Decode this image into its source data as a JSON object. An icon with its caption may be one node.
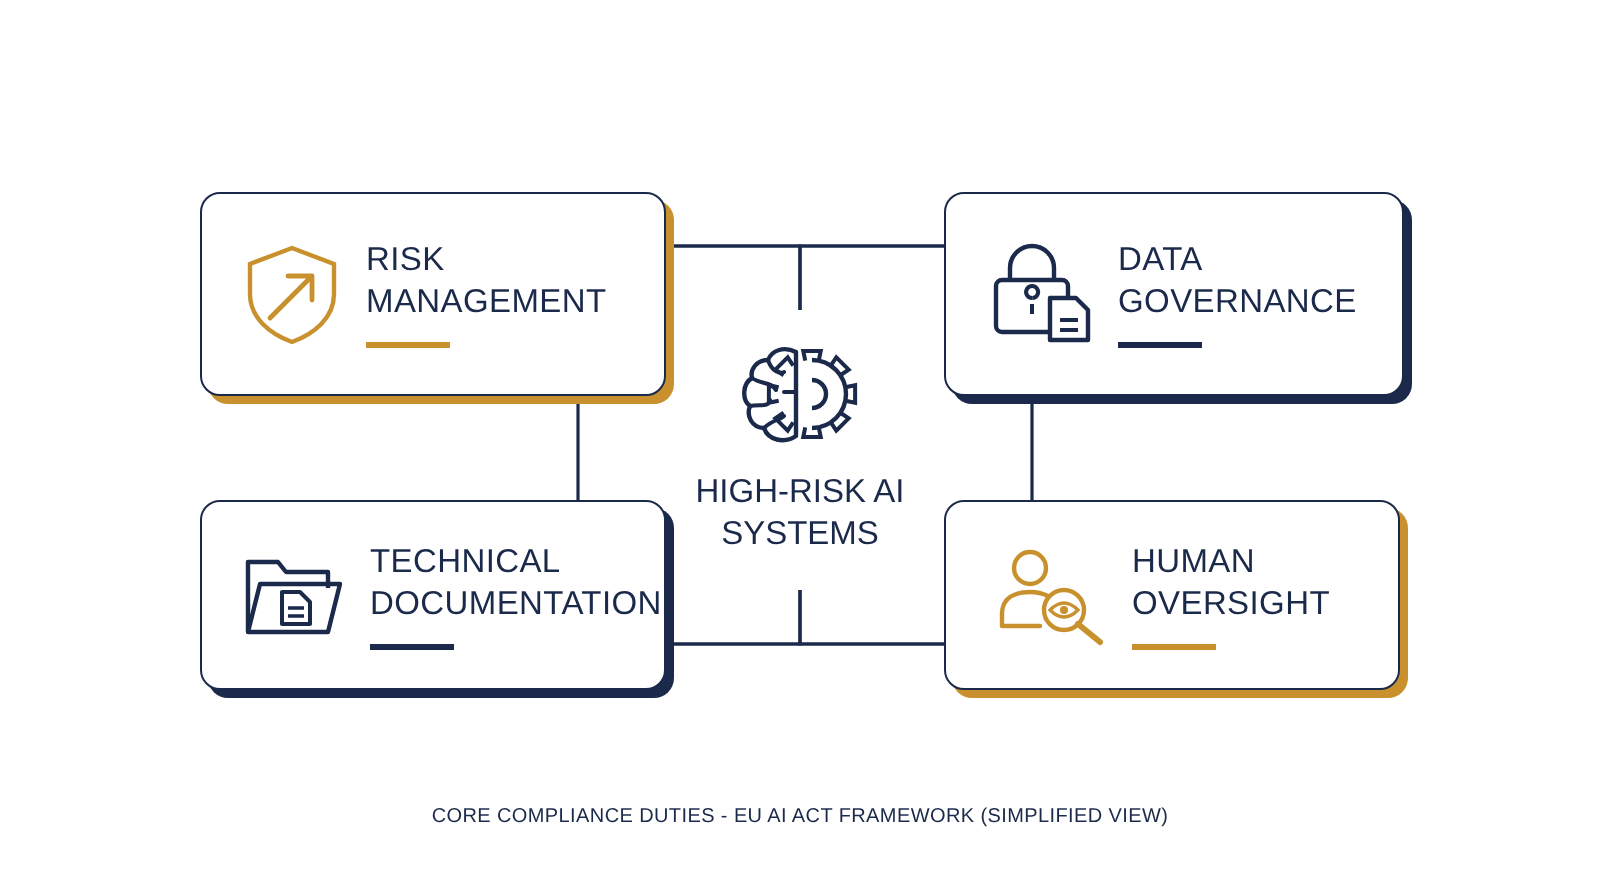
{
  "diagram": {
    "caption": "CORE COMPLIANCE DUTIES - EU AI ACT FRAMEWORK (SIMPLIFIED VIEW)",
    "nodes": [
      {
        "text": [
          "RISK MANAGEMENT"
        ]
      },
      {
        "text": [
          "DATA GOVERNANCE"
        ]
      },
      {
        "text": [
          "HIGH-RISK AI SYSTEMS"
        ]
      },
      {
        "text": [
          "TECHNICAL DOCUMENTATION"
        ]
      },
      {
        "text": [
          "HUMAN OVERSIGHT"
        ]
      }
    ],
    "edges": [
      {
        "from": 0,
        "to": 1,
        "arrow": "none"
      },
      {
        "from": 2,
        "to": 0,
        "arrow": "none"
      },
      {
        "from": 2,
        "to": 1,
        "arrow": "none"
      },
      {
        "from": 3,
        "to": 4,
        "arrow": "none"
      },
      {
        "from": 2,
        "to": 3,
        "arrow": "none"
      },
      {
        "from": 2,
        "to": 4,
        "arrow": "none"
      },
      {
        "from": 0,
        "to": 3,
        "arrow": "none"
      },
      {
        "from": 1,
        "to": 4,
        "arrow": "none"
      }
    ]
  }
}
